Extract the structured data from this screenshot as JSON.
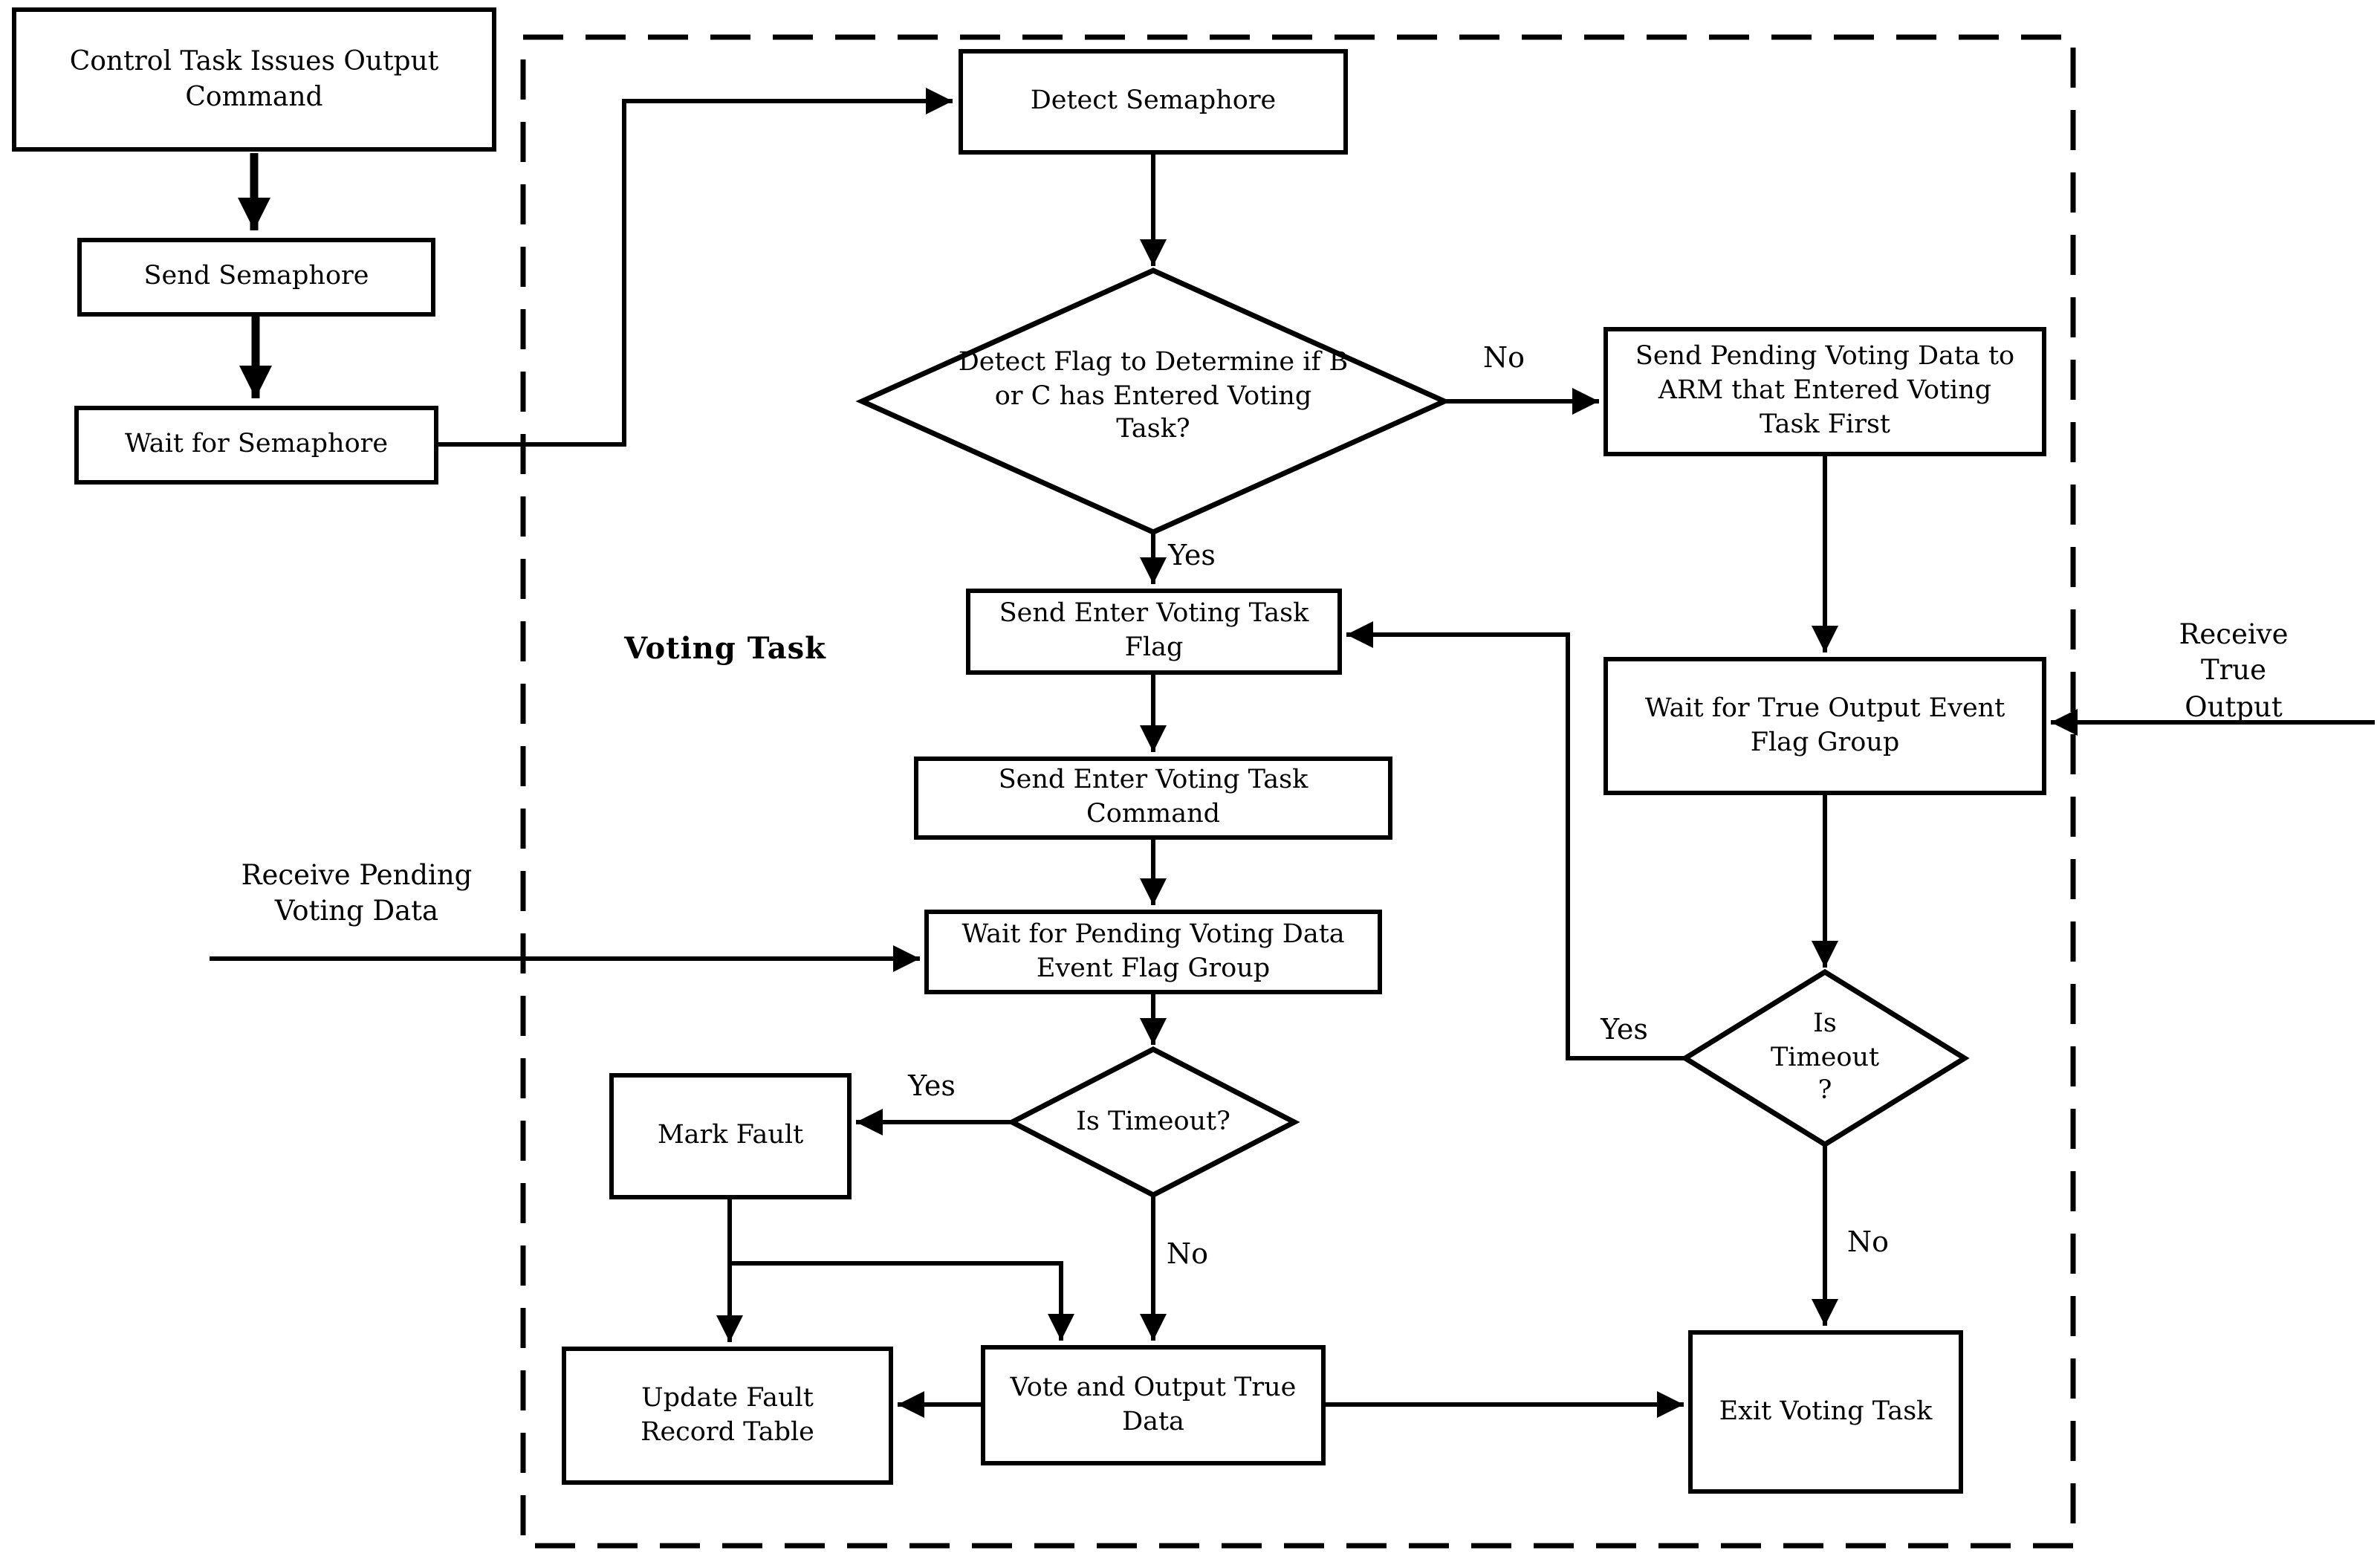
{
  "colors": {
    "line": "#000000",
    "background": "#ffffff"
  },
  "outside": {
    "control_task": "Control Task Issues Output\nCommand",
    "send_semaphore": "Send Semaphore",
    "wait_semaphore": "Wait for Semaphore",
    "receive_pending_input": "Receive Pending\nVoting Data",
    "receive_true_input": "Receive True\nOutput"
  },
  "voting_task": {
    "title": "Voting Task",
    "nodes": {
      "detect_semaphore": "Detect Semaphore",
      "detect_flag_decision": "Detect Flag to Determine if B\nor C has Entered Voting\nTask?",
      "send_pending_data": "Send Pending Voting Data to\nARM that Entered Voting\nTask First",
      "send_flag": "Send Enter Voting Task\nFlag",
      "send_command": "Send Enter Voting Task\nCommand",
      "wait_pending": "Wait for Pending Voting Data\nEvent Flag Group",
      "timeout_pending_decision": "Is Timeout?",
      "mark_fault": "Mark Fault",
      "update_fault": "Update Fault\nRecord Table",
      "vote_output": "Vote and Output True\nData",
      "wait_true": "Wait for True Output Event\nFlag Group",
      "timeout_true_decision": "Is\nTimeout\n?",
      "exit_voting": "Exit Voting Task"
    },
    "edge_labels": {
      "entered_yes": "Yes",
      "entered_no": "No",
      "pending_timeout_yes": "Yes",
      "pending_timeout_no": "No",
      "true_timeout_yes": "Yes",
      "true_timeout_no": "No"
    }
  }
}
